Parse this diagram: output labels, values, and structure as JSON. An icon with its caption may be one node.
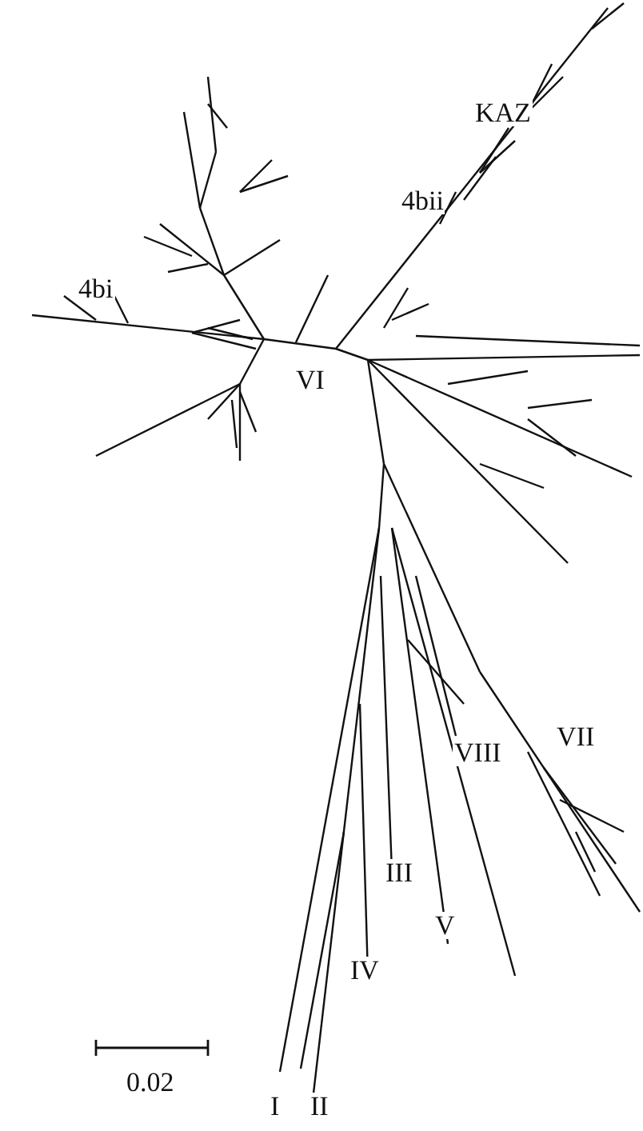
{
  "diagram": {
    "labels": [
      "KAZ",
      "4bii",
      "4bi",
      "VI",
      "VII",
      "VIII",
      "III",
      "IV",
      "V",
      "I",
      "II",
      "0.02"
    ]
  }
}
